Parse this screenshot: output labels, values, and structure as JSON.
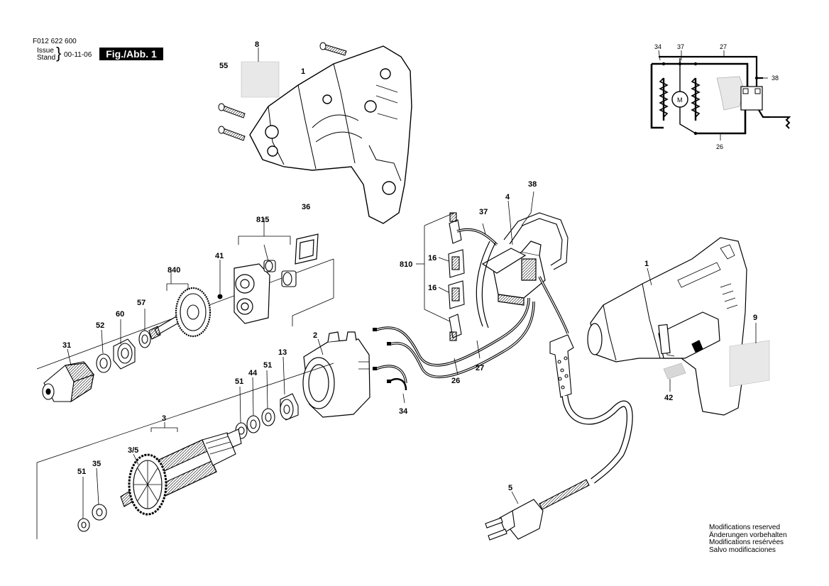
{
  "header": {
    "document_code": "F012 622 600",
    "issue_label": "Issue",
    "stand_label": "Stand",
    "brace": "}",
    "date": "00-11-06",
    "figure_label": "Fig./Abb. 1"
  },
  "part_labels": {
    "p8": "8",
    "p55": "55",
    "p1_housing": "1",
    "p815": "815",
    "p36": "36",
    "p41": "41",
    "p840": "840",
    "p57": "57",
    "p60": "60",
    "p52": "52",
    "p31": "31",
    "p2": "2",
    "p13": "13",
    "p51_a": "51",
    "p44": "44",
    "p51_b": "51",
    "p3": "3",
    "p3_5": "3/5",
    "p51_c": "51",
    "p35": "35",
    "p37": "37",
    "p4": "4",
    "p38": "38",
    "p810": "810",
    "p16_a": "16",
    "p16_b": "16",
    "p27": "27",
    "p26": "26",
    "p34": "34",
    "p5": "5",
    "p1_tool": "1",
    "p9": "9",
    "p42": "42"
  },
  "schematic": {
    "labels": {
      "s34": "34",
      "s37": "37",
      "s27": "27",
      "s38": "38",
      "s26": "26"
    },
    "motor_symbol": "M"
  },
  "footer": {
    "modifications": [
      "Modifications reserved",
      "Änderungen vorbehalten",
      "Modifications resérvées",
      "Salvo modificaciones"
    ]
  }
}
